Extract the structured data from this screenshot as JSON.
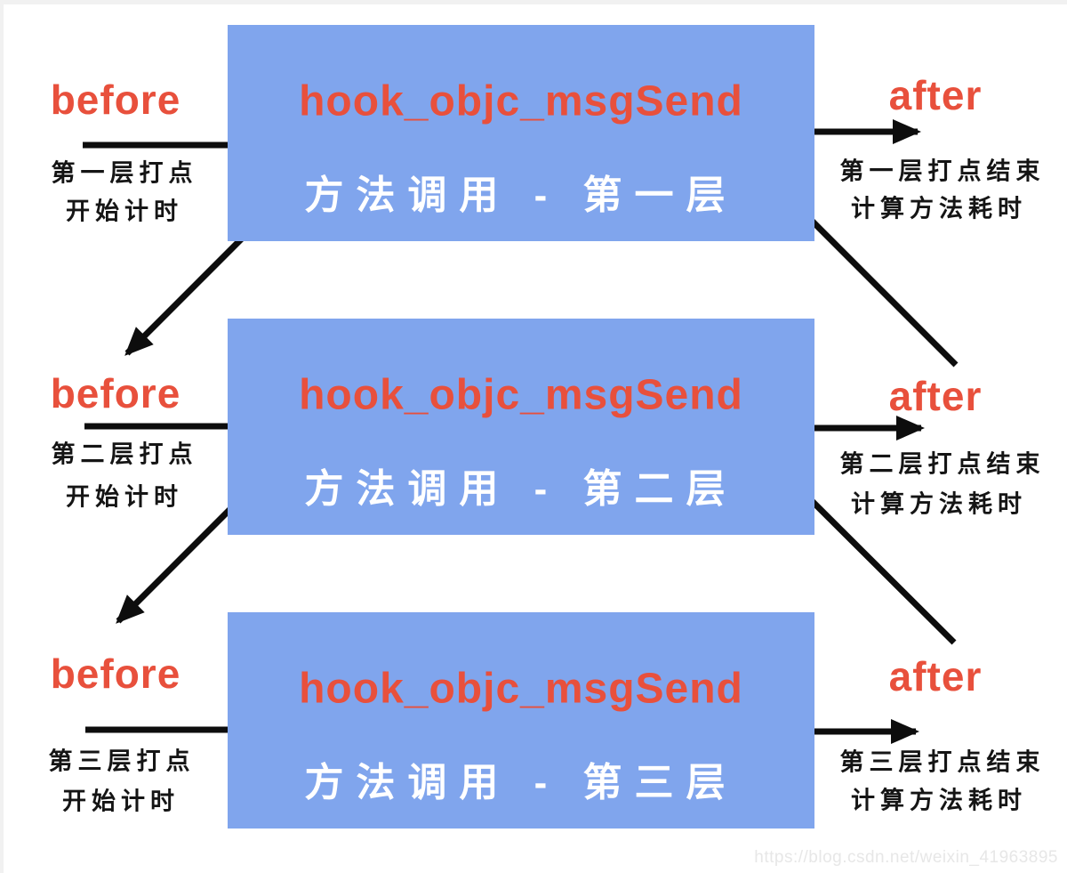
{
  "colors": {
    "box_blue": "#80A5ED",
    "accent_red": "#E8503C",
    "arrow_black": "#0d0d0d",
    "subtitle_white": "#ffffff",
    "watermark_gray": "#e7e7e7"
  },
  "layers": [
    {
      "box_title": "hook_objc_msgSend",
      "box_subtitle": "方法调用 - 第一层",
      "before": {
        "label": "before",
        "line1": "第一层打点",
        "line2": "开始计时"
      },
      "after": {
        "label": "after",
        "line1": "第一层打点结束",
        "line2": "计算方法耗时"
      }
    },
    {
      "box_title": "hook_objc_msgSend",
      "box_subtitle": "方法调用 - 第二层",
      "before": {
        "label": "before",
        "line1": "第二层打点",
        "line2": "开始计时"
      },
      "after": {
        "label": "after",
        "line1": "第二层打点结束",
        "line2": "计算方法耗时"
      }
    },
    {
      "box_title": "hook_objc_msgSend",
      "box_subtitle": "方法调用 - 第三层",
      "before": {
        "label": "before",
        "line1": "第三层打点",
        "line2": "开始计时"
      },
      "after": {
        "label": "after",
        "line1": "第三层打点结束",
        "line2": "计算方法耗时"
      }
    }
  ],
  "watermark": "https://blog.csdn.net/weixin_41963895"
}
